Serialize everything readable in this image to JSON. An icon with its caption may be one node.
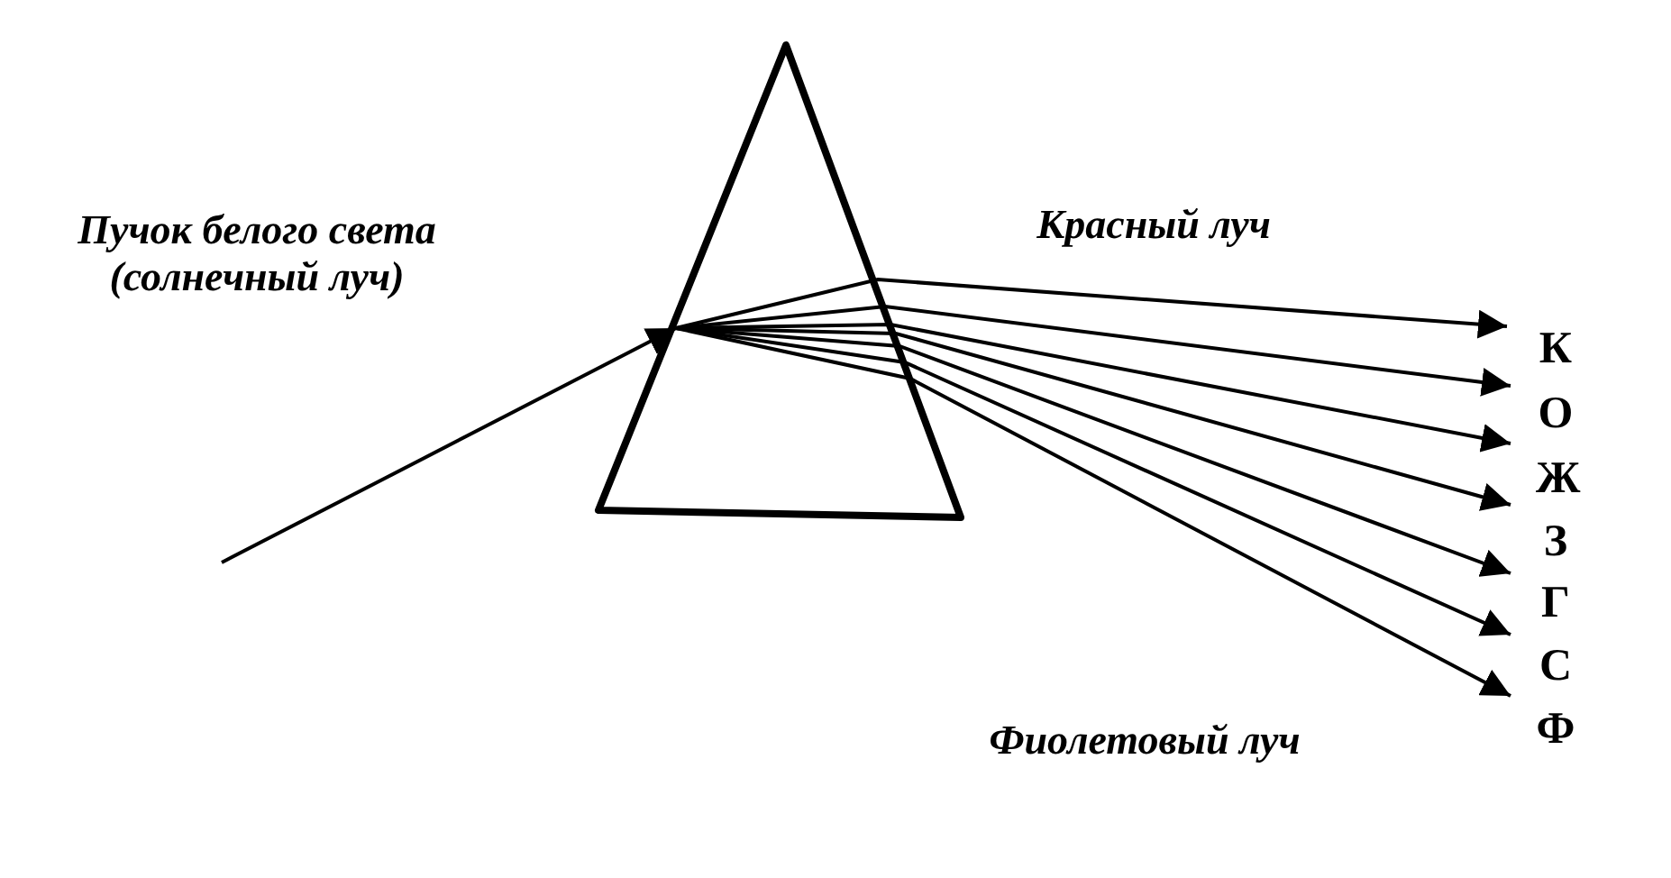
{
  "diagram": {
    "nodes": [
      {
        "text": [],
        "shape": "triangle"
      },
      {
        "text": [
          "К"
        ]
      },
      {
        "text": [
          "О"
        ]
      },
      {
        "text": [
          "Ж"
        ]
      },
      {
        "text": [
          "З"
        ]
      },
      {
        "text": [
          "Г"
        ]
      },
      {
        "text": [
          "С"
        ]
      },
      {
        "text": [
          "Ф"
        ]
      }
    ],
    "edges": [
      {
        "from": null,
        "to": 0,
        "arrow": "to"
      },
      {
        "from": 0,
        "to": 1,
        "arrow": "to"
      },
      {
        "from": 0,
        "to": 2,
        "arrow": "to"
      },
      {
        "from": 0,
        "to": 3,
        "arrow": "to"
      },
      {
        "from": 0,
        "to": 4,
        "arrow": "to"
      },
      {
        "from": 0,
        "to": 5,
        "arrow": "to"
      },
      {
        "from": 0,
        "to": 6,
        "arrow": "to"
      },
      {
        "from": 0,
        "to": 7,
        "arrow": "to"
      }
    ],
    "labels": [
      "Пучок белого света (солнечный луч)",
      "Красный луч",
      "Фиолетовый луч"
    ]
  }
}
